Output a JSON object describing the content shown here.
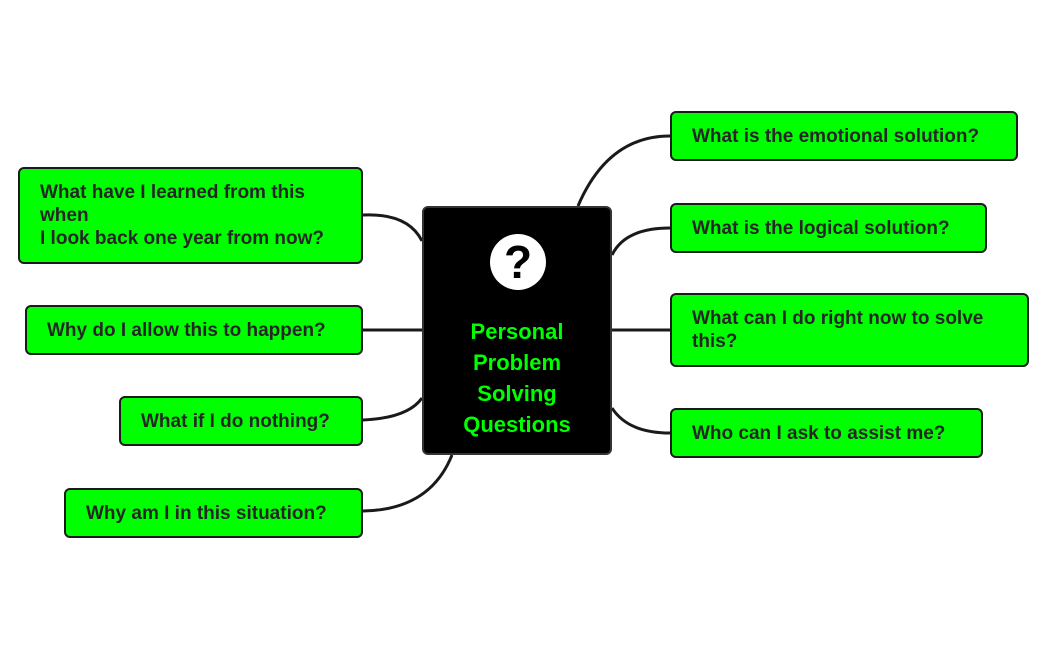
{
  "central": {
    "title": "Personal\nProblem\n Solving\nQuestions",
    "icon": "question-mark-icon"
  },
  "left_branches": [
    "What have I learned from this\nwhen\nI look back one year from now?",
    "Why do I allow this to happen?",
    "What if I do nothing?",
    "Why am I in this situation?"
  ],
  "right_branches": [
    "What is the emotional solution?",
    "What is the logical solution?",
    "What can I do right now to solve\nthis?",
    "Who can I ask to assist me?"
  ],
  "colors": {
    "node_fill": "#00ff00",
    "node_border": "#1a1a1a",
    "central_fill": "#000000",
    "central_text": "#00ff00",
    "connector": "#1a1a1a"
  }
}
